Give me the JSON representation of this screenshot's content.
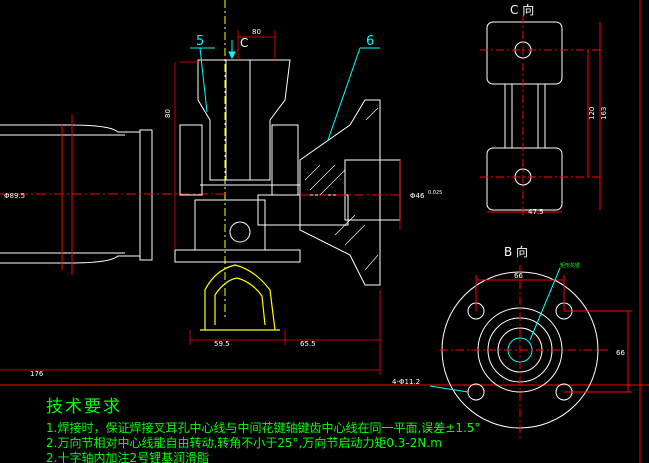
{
  "views": {
    "view_c_label": "C 向",
    "view_b_label": "B 向",
    "section_mark": "C"
  },
  "callouts": {
    "part_5": "5",
    "part_6": "6"
  },
  "dimensions": {
    "top_80": "80",
    "left_80": "80",
    "dia_left": "Φ89.5",
    "dia_right": "Φ46",
    "dia_right_tol": "0.025",
    "len_59_5": "59.5",
    "len_65_5": "65.5",
    "len_176": "176",
    "c_view_width": "47.5",
    "c_view_h1": "120",
    "c_view_h2": "163",
    "b_view_top": "66",
    "b_view_right": "66",
    "b_view_holes": "4-Φ11.2",
    "b_view_spline": "矩形花键"
  },
  "notes": {
    "title": "技术要求",
    "lines": [
      "1.焊接时，保证焊接叉耳孔中心线与中间花键轴键齿中心线在同一平面,误差±1.5°",
      "2.万向节相对中心线能自由转动,转角不小于25°,万向节启动力矩0.3-2N.m",
      "2.十字轴内加注2号锂基润滑脂"
    ]
  },
  "colors": {
    "background": "#000000",
    "outline": "#ffffff",
    "dimension": "#00ff00",
    "leader": "#00ffff",
    "frame": "#ff0000",
    "accent": "#ffff00"
  }
}
